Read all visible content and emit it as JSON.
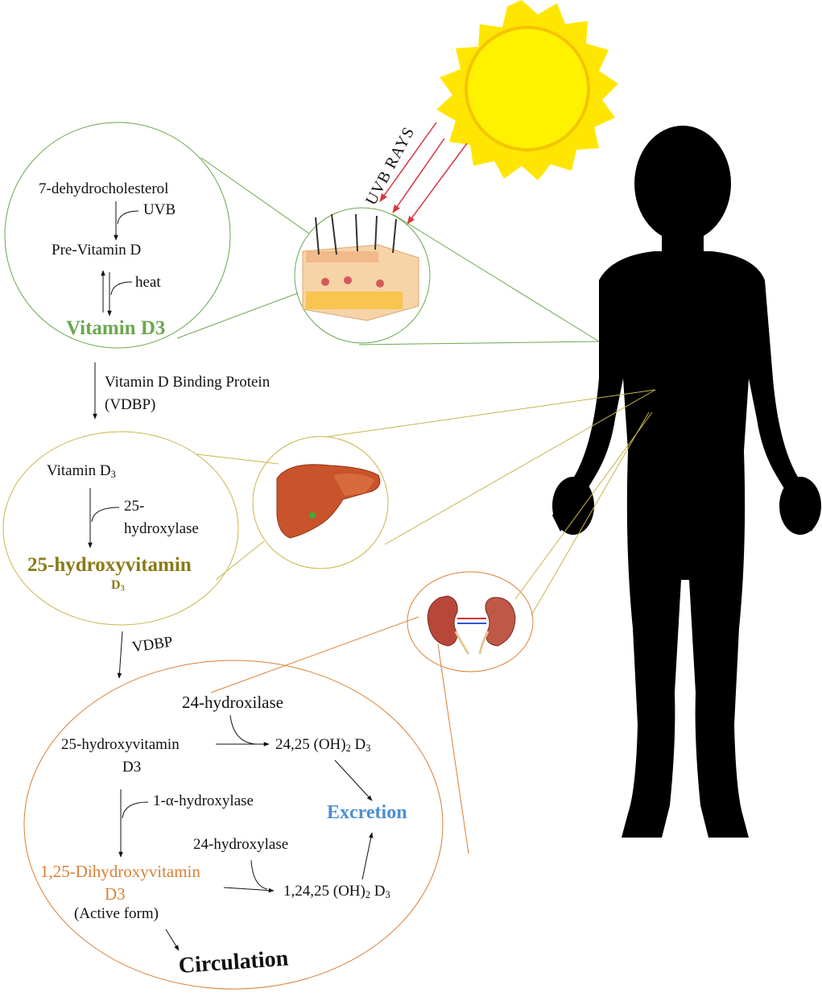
{
  "uvb_rays": "UVB RAYS",
  "skin": {
    "step1": "7-dehydrocholesterol",
    "uvb": "UVB",
    "step2": "Pre-Vitamin D",
    "heat": "heat",
    "product": "Vitamin D3"
  },
  "transport1": {
    "line1": "Vitamin D Binding Protein",
    "line2": "(VDBP)"
  },
  "liver": {
    "start": "Vitamin D",
    "start_sub": "3",
    "enzyme_line1": "25-",
    "enzyme_line2": "hydroxylase",
    "product_line1": "25-hydroxyvitamin",
    "product_line2": "D",
    "product_sub": "3"
  },
  "transport2": "VDBP",
  "kidney": {
    "enzyme_top": "24-hydroxilase",
    "substrate_line1": "25-hydroxyvitamin",
    "substrate_line2": "D3",
    "product_a": "24,25 (OH)",
    "product_a_sub1": "2",
    "product_a_mid": " D",
    "product_a_sub2": "3",
    "enzyme_alpha": "1-α-hydroxylase",
    "excretion": "Excretion",
    "enzyme_24": "24-hydroxylase",
    "active_line1": "1,25-Dihydroxyvitamin",
    "active_line2": "D3",
    "active_form": "(Active form)",
    "product_b": "1,24,25 (OH)",
    "product_b_sub1": "2",
    "product_b_mid": " D",
    "product_b_sub2": "3",
    "circulation": "Circulation"
  },
  "colors": {
    "green": "#6aa84f",
    "olive": "#8a7a16",
    "orange": "#d98036",
    "blue": "#4d8fd1",
    "sun": "#ffe600",
    "ray": "#d9363e",
    "silhouette": "#000000"
  }
}
